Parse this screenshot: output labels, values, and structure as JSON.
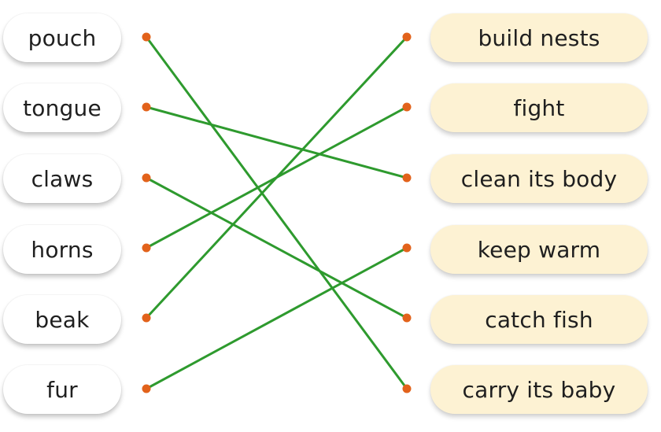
{
  "left_items": [
    {
      "label": "pouch"
    },
    {
      "label": "tongue"
    },
    {
      "label": "claws"
    },
    {
      "label": "horns"
    },
    {
      "label": "beak"
    },
    {
      "label": "fur"
    }
  ],
  "right_items": [
    {
      "label": "build nests"
    },
    {
      "label": "fight"
    },
    {
      "label": "clean its body"
    },
    {
      "label": "keep warm"
    },
    {
      "label": "catch fish"
    },
    {
      "label": "carry its baby"
    }
  ],
  "matches": [
    {
      "from": "pouch",
      "to": "carry its baby"
    },
    {
      "from": "tongue",
      "to": "clean its body"
    },
    {
      "from": "claws",
      "to": "catch fish"
    },
    {
      "from": "horns",
      "to": "fight"
    },
    {
      "from": "beak",
      "to": "build nests"
    },
    {
      "from": "fur",
      "to": "keep warm"
    }
  ],
  "colors": {
    "line": "#2e9a2e",
    "dot": "#e2621b",
    "left_pill": "#ffffff",
    "right_pill": "#fdf2d3",
    "text": "#1f1f1f"
  }
}
